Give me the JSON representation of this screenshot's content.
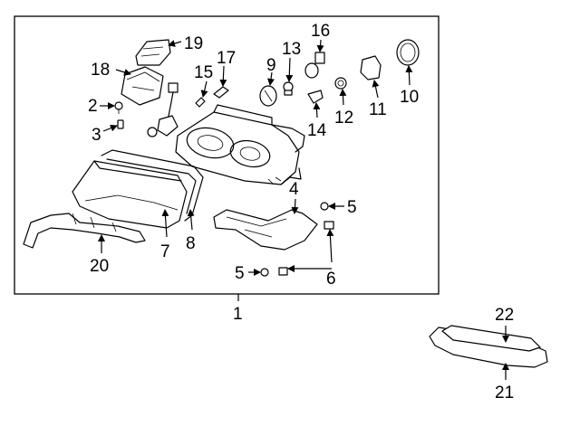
{
  "callouts": {
    "c1": "1",
    "c2": "2",
    "c3": "3",
    "c4": "4",
    "c5a": "5",
    "c5b": "5",
    "c6": "6",
    "c7": "7",
    "c8": "8",
    "c9": "9",
    "c10": "10",
    "c11": "11",
    "c12": "12",
    "c13": "13",
    "c14": "14",
    "c15": "15",
    "c16": "16",
    "c17": "17",
    "c18": "18",
    "c19": "19",
    "c20": "20",
    "c21": "21",
    "c22": "22"
  },
  "colors": {
    "line": "#000000",
    "background": "#ffffff"
  }
}
